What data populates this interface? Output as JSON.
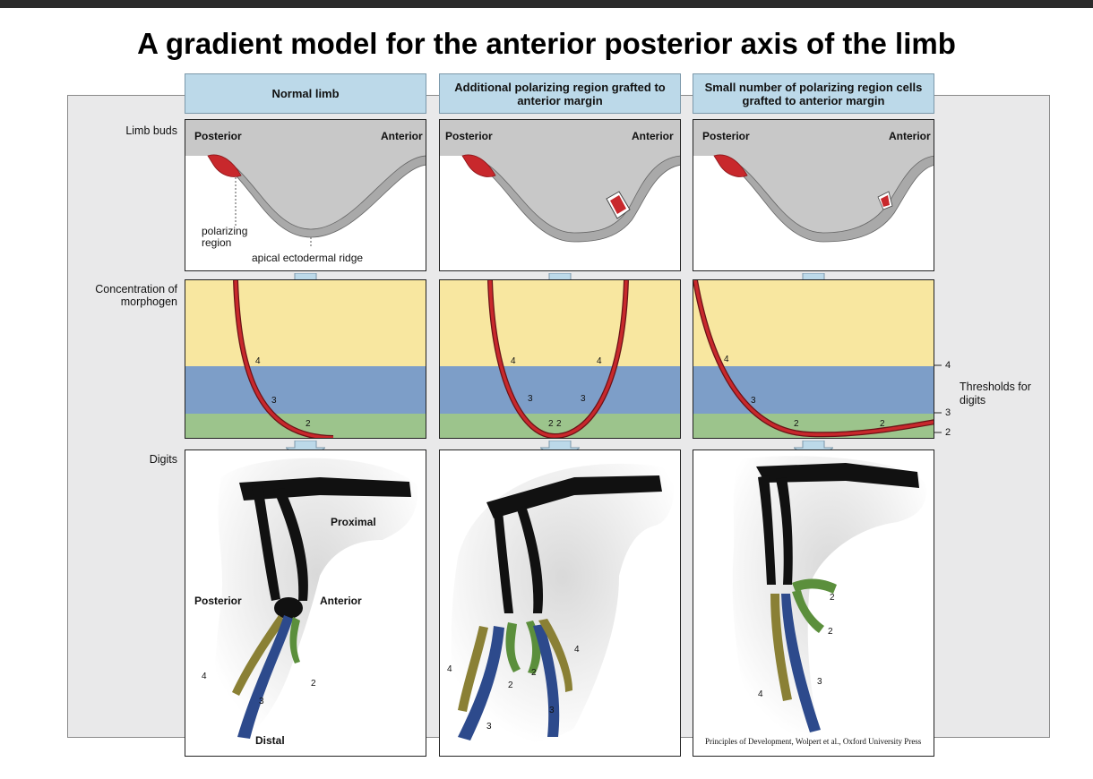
{
  "title": "A gradient model for the anterior posterior axis of the limb",
  "columns": [
    {
      "heading": "Normal limb"
    },
    {
      "heading": "Additional polarizing region grafted to anterior margin"
    },
    {
      "heading": "Small number of polarizing region cells grafted to anterior margin"
    }
  ],
  "rows": {
    "limb_buds": "Limb buds",
    "concentration": "Concentration of morphogen",
    "digits": "Digits"
  },
  "bud_labels": {
    "posterior": "Posterior",
    "anterior": "Anterior",
    "polarizing_region": "polarizing region",
    "apical_ridge": "apical ectodermal ridge"
  },
  "thresholds": {
    "label": "Thresholds for digits",
    "ticks": [
      "4",
      "3",
      "2"
    ]
  },
  "gradient_numbers": {
    "col1": [
      "4",
      "3",
      "2"
    ],
    "col2": [
      "4",
      "4",
      "3",
      "3",
      "2",
      "2"
    ],
    "col3": [
      "4",
      "3",
      "2",
      "2"
    ]
  },
  "digit_labels": {
    "col1": {
      "proximal": "Proximal",
      "posterior": "Posterior",
      "anterior": "Anterior",
      "distal": "Distal",
      "d4": "4",
      "d3": "3",
      "d2": "2"
    },
    "col2": {
      "d4a": "4",
      "d2a": "2",
      "d2b": "2",
      "d3": "3",
      "d4b": "4",
      "d3b": "3"
    },
    "col3": {
      "d2a": "2",
      "d2b": "2",
      "d3": "3",
      "d4": "4"
    }
  },
  "credit": "Principles of Development, Wolpert et al., Oxford University Press",
  "colors": {
    "header_blue": "#bcd9e9",
    "bud_gray": "#c8c8c8",
    "polarizing_red": "#c8282c",
    "band_yellow": "#f8e7a0",
    "band_blue": "#7d9ec8",
    "band_green": "#9cc48c",
    "curve_red": "#b3222a"
  }
}
